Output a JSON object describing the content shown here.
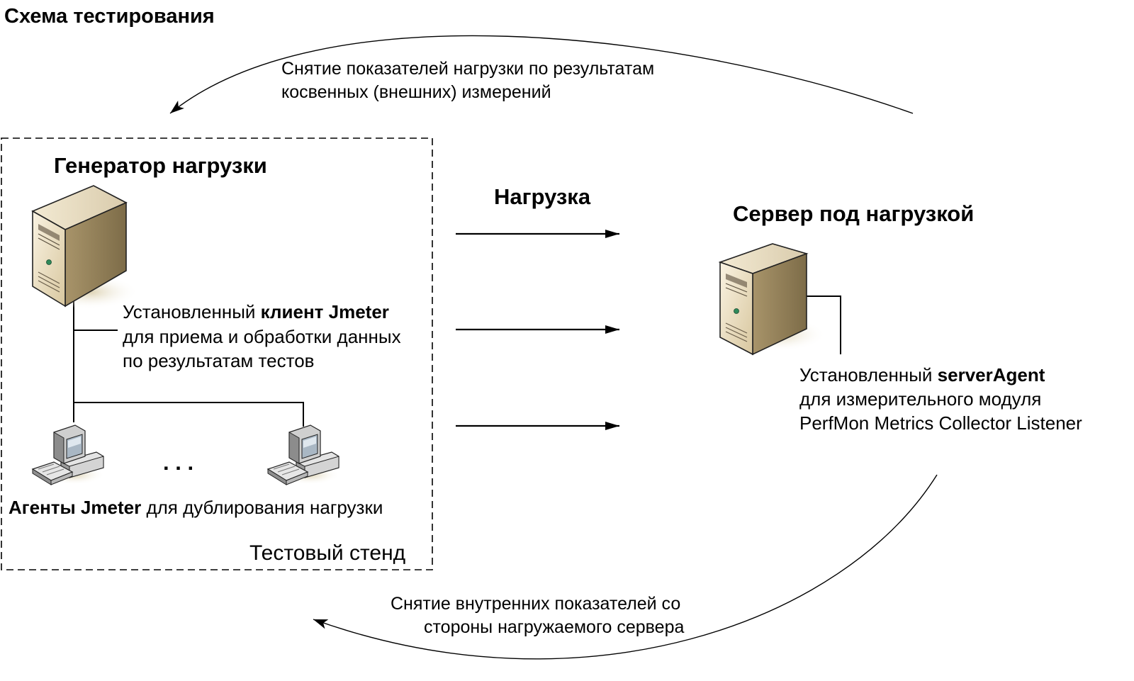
{
  "title": "Схема тестирования",
  "feedback_top": {
    "line1": "Снятие показателей нагрузки по результатам",
    "line2": "косвенных (внешних) измерений"
  },
  "generator": {
    "title": "Генератор нагрузки",
    "client_prefix": "Установленный ",
    "client_bold": "клиент Jmeter",
    "client_line2": "для приема и обработки данных",
    "client_line3": "по результатам тестов"
  },
  "load_label": "Нагрузка",
  "server": {
    "title": "Сервер под нагрузкой",
    "agent_prefix": "Установленный ",
    "agent_bold": "serverAgent",
    "agent_line2": "для измерительного модуля",
    "agent_line3": "PerfMon Metrics Collector Listener"
  },
  "agents": {
    "ellipsis": ". . .",
    "bold": "Агенты Jmeter",
    "rest": " для дублирования нагрузки"
  },
  "stand_label": "Тестовый стенд",
  "feedback_bottom": {
    "line1": "Снятие внутренних показателей со",
    "line2": "стороны нагружаемого сервера"
  }
}
